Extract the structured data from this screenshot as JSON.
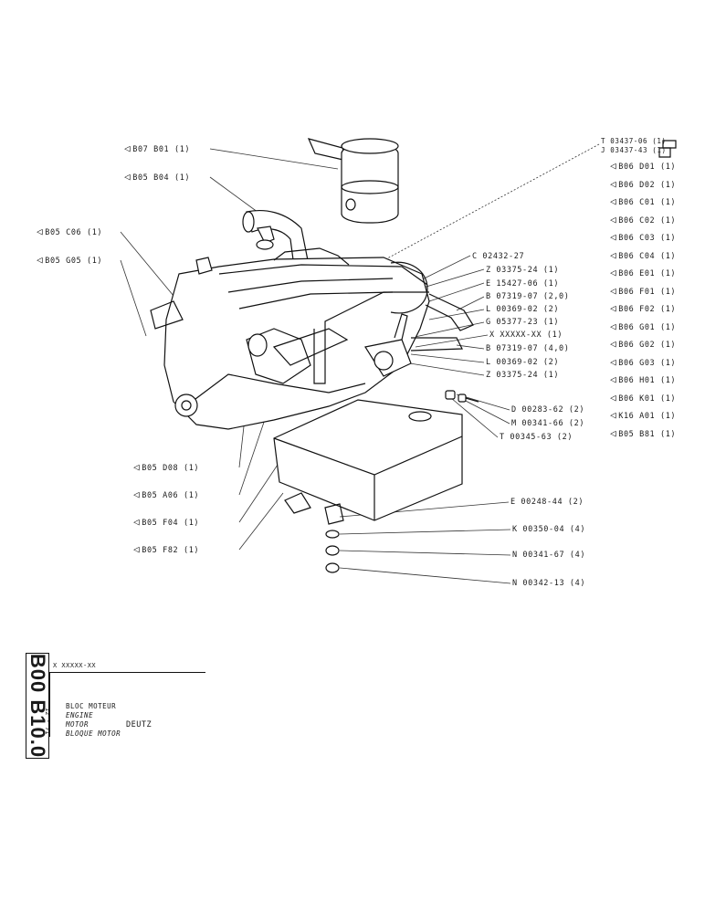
{
  "labels_left": [
    {
      "id": "b07-b01",
      "text": "B07 B01 (1)"
    },
    {
      "id": "b05-b04",
      "text": "B05 B04 (1)"
    },
    {
      "id": "b05-c06",
      "text": "B05 C06 (1)"
    },
    {
      "id": "b05-g05",
      "text": "B05 G05 (1)"
    },
    {
      "id": "b05-d08",
      "text": "B05 D08 (1)"
    },
    {
      "id": "b05-a06",
      "text": "B05 A06 (1)"
    },
    {
      "id": "b05-f04",
      "text": "B05 F04 (1)"
    },
    {
      "id": "b05-f82",
      "text": "B05 F82 (1)"
    }
  ],
  "labels_right": [
    {
      "id": "b06-d01",
      "text": "B06 D01 (1)"
    },
    {
      "id": "b06-d02",
      "text": "B06 D02 (1)"
    },
    {
      "id": "b06-c01",
      "text": "B06 C01 (1)"
    },
    {
      "id": "b06-c02",
      "text": "B06 C02 (1)"
    },
    {
      "id": "b06-c03",
      "text": "B06 C03 (1)"
    },
    {
      "id": "b06-c04",
      "text": "B06 C04 (1)"
    },
    {
      "id": "b06-e01",
      "text": "B06 E01 (1)"
    },
    {
      "id": "b06-f01",
      "text": "B06 F01 (1)"
    },
    {
      "id": "b06-f02",
      "text": "B06 F02 (1)"
    },
    {
      "id": "b06-g01",
      "text": "B06 G01 (1)"
    },
    {
      "id": "b06-g02",
      "text": "B06 G02 (1)"
    },
    {
      "id": "b06-g03",
      "text": "B06 G03 (1)"
    },
    {
      "id": "b06-h01",
      "text": "B06 H01 (1)"
    },
    {
      "id": "b06-k01",
      "text": "B06 K01 (1)"
    },
    {
      "id": "k16-a01",
      "text": "K16 A01 (1)"
    },
    {
      "id": "b05-b81",
      "text": "B05 B81 (1)"
    }
  ],
  "labels_center": [
    {
      "id": "t03437-06",
      "text": "T 03437-06 (1)"
    },
    {
      "id": "j03437-43",
      "text": "J 03437-43 (1)"
    },
    {
      "id": "c02432-27",
      "text": "C 02432-27"
    },
    {
      "id": "z03375-24-a",
      "text": "Z 03375-24 (1)"
    },
    {
      "id": "e15427-06",
      "text": "E 15427-06 (1)"
    },
    {
      "id": "b07319-07-a",
      "text": "B 07319-07 (2,0)"
    },
    {
      "id": "l00369-02-a",
      "text": "L 00369-02 (2)"
    },
    {
      "id": "g05377-23",
      "text": "G 05377-23 (1)"
    },
    {
      "id": "xxxxxx",
      "text": "X XXXXX-XX (1)"
    },
    {
      "id": "b07319-07-b",
      "text": "B 07319-07 (4,0)"
    },
    {
      "id": "l00369-02-b",
      "text": "L 00369-02 (2)"
    },
    {
      "id": "z03375-24-b",
      "text": "Z 03375-24 (1)"
    },
    {
      "id": "d00283-62",
      "text": "D 00283-62 (2)"
    },
    {
      "id": "m00341-66",
      "text": "M 00341-66 (2)"
    },
    {
      "id": "t00345-63",
      "text": "T 00345-63 (2)"
    },
    {
      "id": "e00248-44",
      "text": "E 00248-44 (2)"
    },
    {
      "id": "k00350-04",
      "text": "K 00350-04 (4)"
    },
    {
      "id": "n00341-67",
      "text": "N 00341-67 (4)"
    },
    {
      "id": "n00342-13",
      "text": "N 00342-13 (4)"
    }
  ],
  "title_block": {
    "sheet_code": "B00 B10.0",
    "ref": "X XXXXX-XX",
    "date": "12 - 71",
    "name_fr": "BLOC MOTEUR",
    "name_en": "ENGINE",
    "name_de": "MOTOR",
    "name_es": "BLOQUE MOTOR",
    "make": "DEUTZ"
  }
}
